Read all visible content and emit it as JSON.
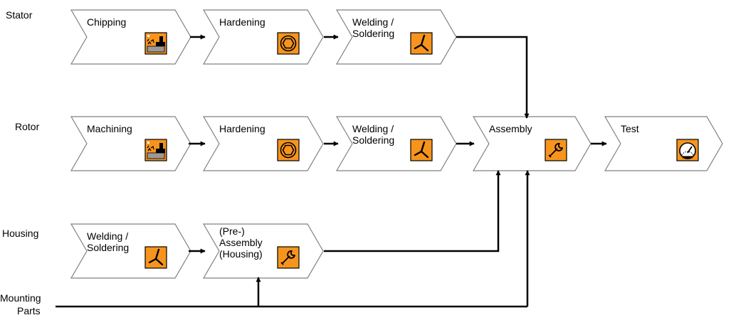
{
  "rows": {
    "stator": "Stator",
    "rotor": "Rotor",
    "housing": "Housing",
    "mounting": [
      "Mounting",
      "Parts"
    ]
  },
  "steps": {
    "stator": [
      {
        "lines": [
          "Chipping"
        ],
        "icon": "chipping-icon"
      },
      {
        "lines": [
          "Hardening"
        ],
        "icon": "hardening-icon"
      },
      {
        "lines": [
          "Welding /",
          "Soldering"
        ],
        "icon": "welding-icon"
      }
    ],
    "rotor": [
      {
        "lines": [
          "Machining"
        ],
        "icon": "chipping-icon"
      },
      {
        "lines": [
          "Hardening"
        ],
        "icon": "hardening-icon"
      },
      {
        "lines": [
          "Welding /",
          "Soldering"
        ],
        "icon": "welding-icon"
      },
      {
        "lines": [
          "Assembly"
        ],
        "icon": "wrench-icon"
      },
      {
        "lines": [
          "Test"
        ],
        "icon": "gauge-icon"
      }
    ],
    "housing": [
      {
        "lines": [
          "Welding /",
          "Soldering"
        ],
        "icon": "welding-icon"
      },
      {
        "lines": [
          "(Pre-)",
          "Assembly",
          "(Housing)"
        ],
        "icon": "wrench-icon"
      }
    ]
  },
  "colors": {
    "icon_fill": "#F7941D",
    "shape_stroke": "#808080",
    "arrow": "#000000"
  }
}
